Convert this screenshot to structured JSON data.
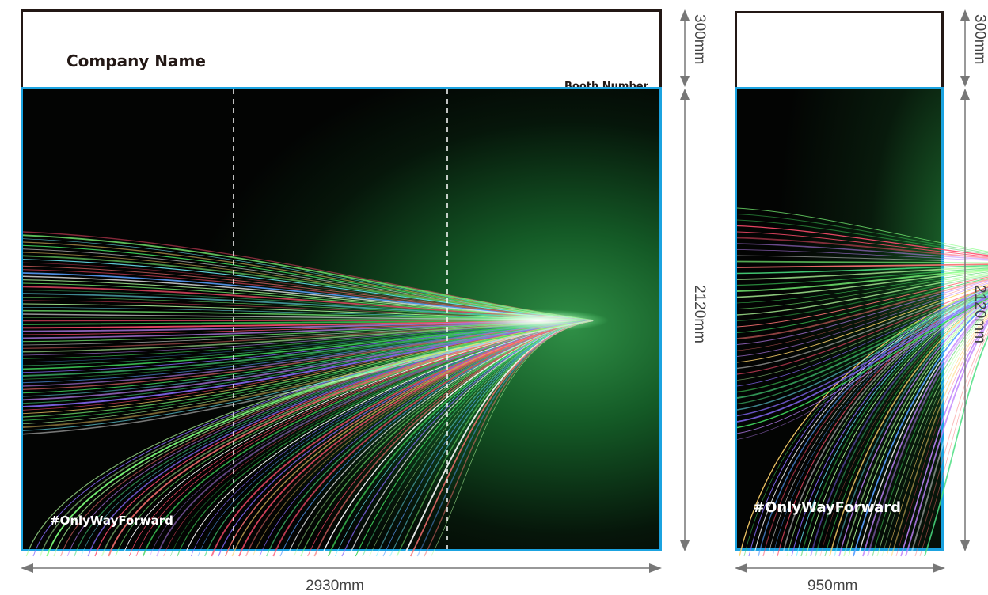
{
  "main_booth": {
    "company_name": "Company Name",
    "booth_number": "Booth Number",
    "hashtag": "#OnlyWayForward",
    "width_label": "2930mm",
    "header_height_label": "300mm",
    "panel_height_label": "2120mm"
  },
  "side_panel": {
    "top_caption": "",
    "hashtag": "#OnlyWayForward",
    "width_label": "950mm",
    "header_height_label": "300mm",
    "panel_height_label": "2120mm"
  },
  "colors": {
    "frame_blue": "#1ba3e0",
    "header_border": "#231815",
    "dimension_line": "#777777",
    "background_glow": "#1f7a35"
  }
}
